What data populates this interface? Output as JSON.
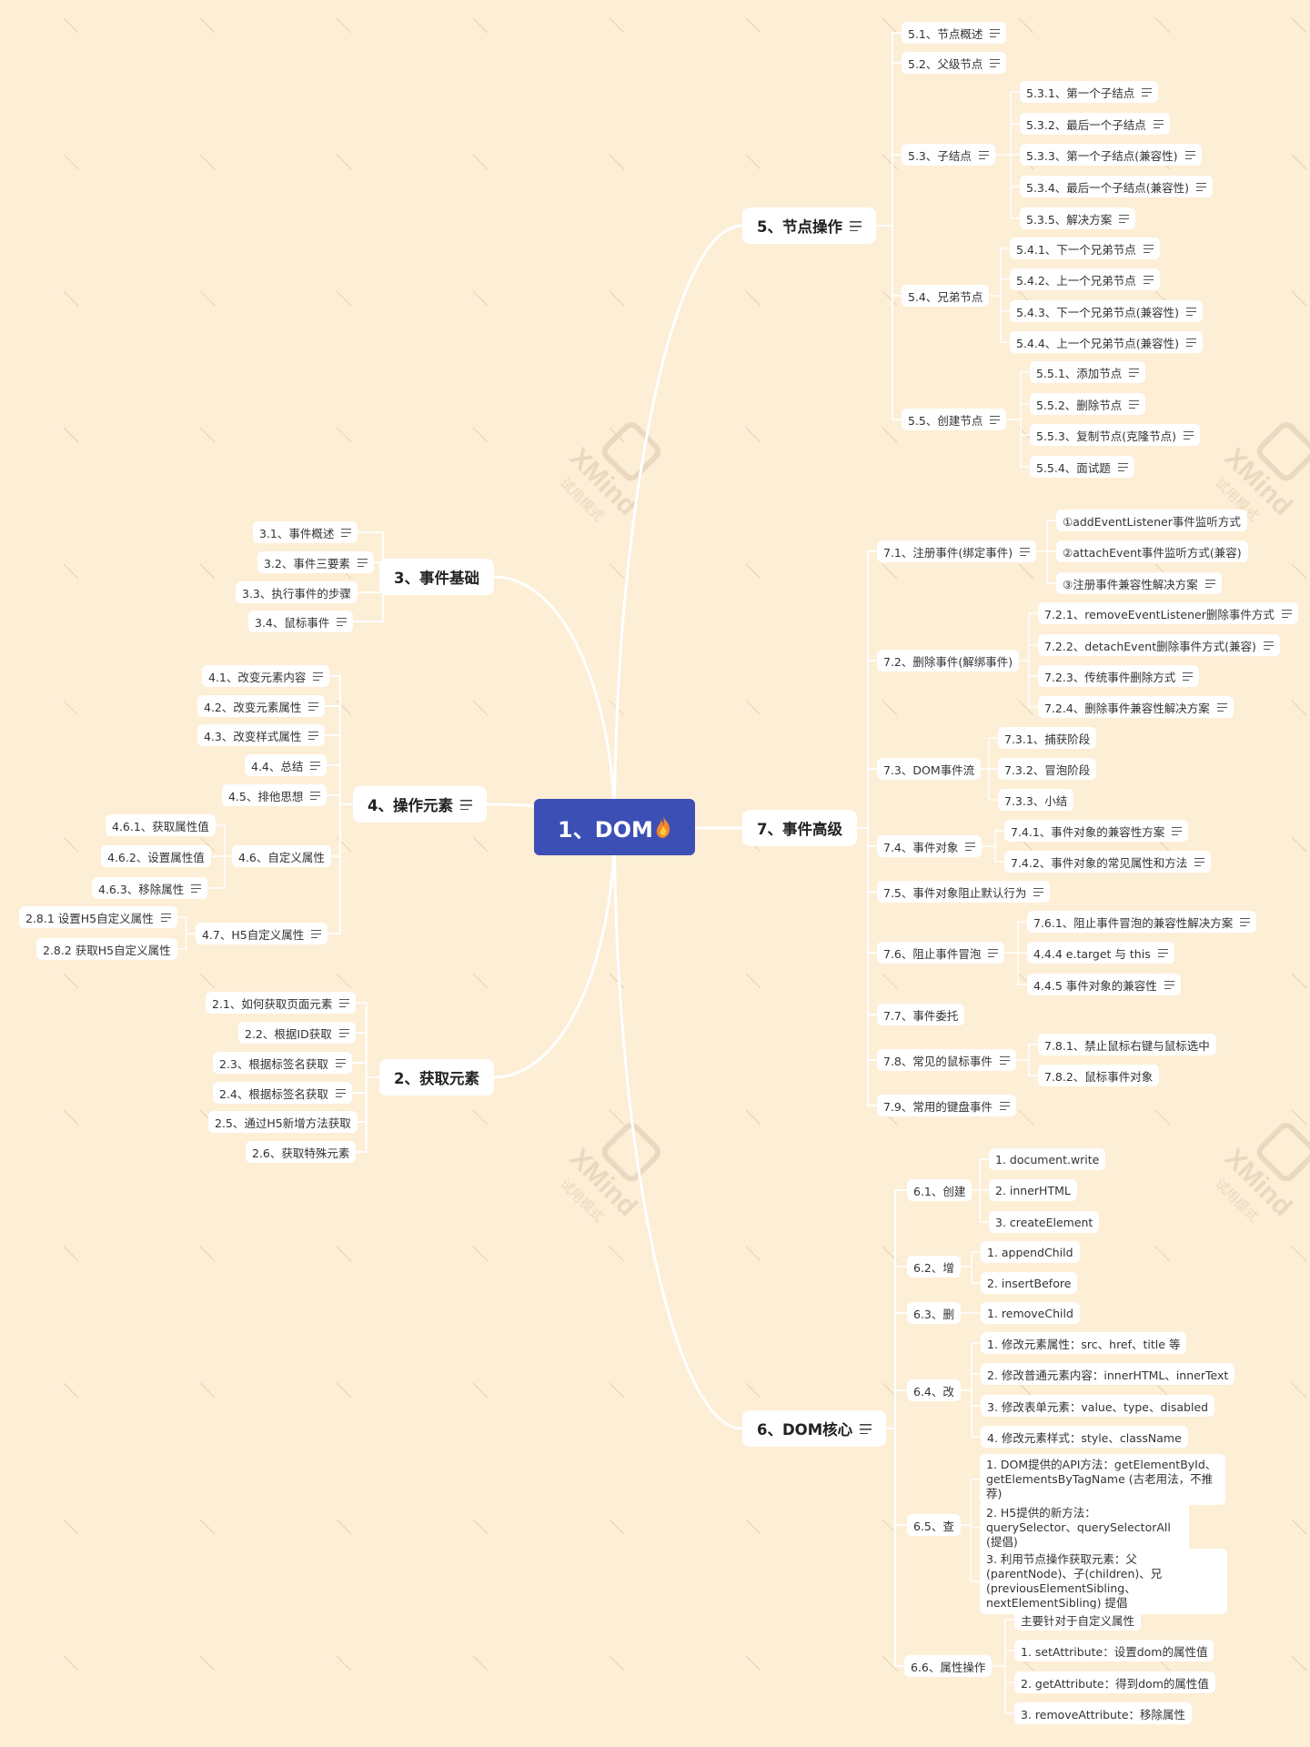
{
  "colors": {
    "background": "#fdeed6",
    "root": "#3c4fb5",
    "node": "#ffffff",
    "line": "#ffffff"
  },
  "watermark": {
    "text": "XMind",
    "subtext": "试用模式"
  },
  "root": {
    "label": "1、DOM",
    "icon": "fire-icon"
  },
  "branches": {
    "b5": {
      "label": "5、节点操作",
      "items": {
        "a": "5.1、节点概述",
        "b": "5.2、父级节点",
        "c": "5.3、子结点",
        "c1": "5.3.1、第一个子结点",
        "c2": "5.3.2、最后一个子结点",
        "c3": "5.3.3、第一个子结点(兼容性)",
        "c4": "5.3.4、最后一个子结点(兼容性)",
        "c5": "5.3.5、解决方案",
        "d": "5.4、兄弟节点",
        "d1": "5.4.1、下一个兄弟节点",
        "d2": "5.4.2、上一个兄弟节点",
        "d3": "5.4.3、下一个兄弟节点(兼容性)",
        "d4": "5.4.4、上一个兄弟节点(兼容性)",
        "e": "5.5、创建节点",
        "e1": "5.5.1、添加节点",
        "e2": "5.5.2、删除节点",
        "e3": "5.5.3、复制节点(克隆节点)",
        "e4": "5.5.4、面试题"
      }
    },
    "b3": {
      "label": "3、事件基础",
      "items": {
        "a": "3.1、事件概述",
        "b": "3.2、事件三要素",
        "c": "3.3、执行事件的步骤",
        "d": "3.4、鼠标事件"
      }
    },
    "b4": {
      "label": "4、操作元素",
      "items": {
        "a": "4.1、改变元素内容",
        "b": "4.2、改变元素属性",
        "c": "4.3、改变样式属性",
        "d": "4.4、总结",
        "e": "4.5、排他思想",
        "f": "4.6、自定义属性",
        "f1": "4.6.1、获取属性值",
        "f2": "4.6.2、设置属性值",
        "f3": "4.6.3、移除属性",
        "g": "4.7、H5自定义属性",
        "g1": "2.8.1 设置H5自定义属性",
        "g2": "2.8.2 获取H5自定义属性"
      }
    },
    "b2": {
      "label": "2、获取元素",
      "items": {
        "a": "2.1、如何获取页面元素",
        "b": "2.2、根据ID获取",
        "c": "2.3、根据标签名获取",
        "d": "2.4、根据标签名获取",
        "e": "2.5、通过H5新增方法获取",
        "f": "2.6、获取特殊元素"
      }
    },
    "b7": {
      "label": "7、事件高级",
      "items": {
        "a": "7.1、注册事件(绑定事件)",
        "a1": "①addEventListener事件监听方式",
        "a2": "②attachEvent事件监听方式(兼容)",
        "a3": "③注册事件兼容性解决方案",
        "b": "7.2、删除事件(解绑事件)",
        "b1": "7.2.1、removeEventListener删除事件方式",
        "b2": "7.2.2、detachEvent删除事件方式(兼容)",
        "b3": "7.2.3、传统事件删除方式",
        "b4": "7.2.4、删除事件兼容性解决方案",
        "c": "7.3、DOM事件流",
        "c1": "7.3.1、捕获阶段",
        "c2": "7.3.2、冒泡阶段",
        "c3": "7.3.3、小结",
        "d": "7.4、事件对象",
        "d1": "7.4.1、事件对象的兼容性方案",
        "d2": "7.4.2、事件对象的常见属性和方法",
        "e": "7.5、事件对象阻止默认行为",
        "f": "7.6、阻止事件冒泡",
        "f1": "7.6.1、阻止事件冒泡的兼容性解决方案",
        "f2": "4.4.4 e.target 与 this",
        "f3": "4.4.5 事件对象的兼容性",
        "g": "7.7、事件委托",
        "h": "7.8、常见的鼠标事件",
        "h1": "7.8.1、禁止鼠标右键与鼠标选中",
        "h2": "7.8.2、鼠标事件对象",
        "i": "7.9、常用的键盘事件"
      }
    },
    "b6": {
      "label": "6、DOM核心",
      "items": {
        "a": "6.1、创建",
        "a1": "1. document.write",
        "a2": "2. innerHTML",
        "a3": "3. createElement",
        "b": "6.2、增",
        "b1": "1. appendChild",
        "b2": "2. insertBefore",
        "c": "6.3、删",
        "c1": "1. removeChild",
        "d": "6.4、改",
        "d1": "1. 修改元素属性：src、href、title 等",
        "d2": "2. 修改普通元素内容：innerHTML、innerText",
        "d3": "3. 修改表单元素：value、type、disabled",
        "d4": "4. 修改元素样式：style、className",
        "e": "6.5、查",
        "e1": "1. DOM提供的API方法：getElementById、getElementsByTagName (古老用法，不推荐)",
        "e2": "2. H5提供的新方法：querySelector、querySelectorAll (提倡)",
        "e3": "3. 利用节点操作获取元素：父(parentNode)、子(children)、兄(previousElementSibling、nextElementSibling) 提倡",
        "f": "6.6、属性操作",
        "f1": "主要针对于自定义属性",
        "f2": "1. setAttribute：设置dom的属性值",
        "f3": "2. getAttribute：得到dom的属性值",
        "f4": "3. removeAttribute：移除属性"
      }
    }
  }
}
